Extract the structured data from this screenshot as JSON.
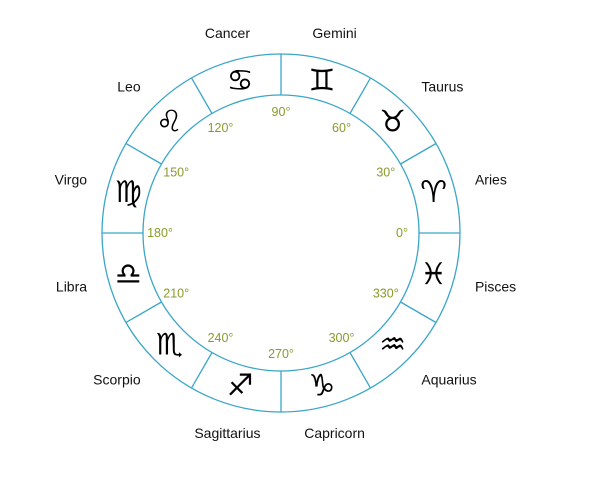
{
  "zodiac_wheel": {
    "colors": {
      "ring": "#3aa6c8",
      "degree_text": "#8a9a2a",
      "glyph": "#000000",
      "label": "#111111"
    },
    "signs": [
      {
        "name": "Aries",
        "symbol": "♈"
      },
      {
        "name": "Taurus",
        "symbol": "♉"
      },
      {
        "name": "Gemini",
        "symbol": "♊"
      },
      {
        "name": "Cancer",
        "symbol": "♋"
      },
      {
        "name": "Leo",
        "symbol": "♌"
      },
      {
        "name": "Virgo",
        "symbol": "♍"
      },
      {
        "name": "Libra",
        "symbol": "♎"
      },
      {
        "name": "Scorpio",
        "symbol": "♏"
      },
      {
        "name": "Sagittarius",
        "symbol": "♐"
      },
      {
        "name": "Capricorn",
        "symbol": "♑"
      },
      {
        "name": "Aquarius",
        "symbol": "♒"
      },
      {
        "name": "Pisces",
        "symbol": "♓"
      }
    ],
    "degree_labels": [
      "0°",
      "30°",
      "60°",
      "90°",
      "120°",
      "150°",
      "180°",
      "210°",
      "240°",
      "270°",
      "300°",
      "330°"
    ]
  }
}
